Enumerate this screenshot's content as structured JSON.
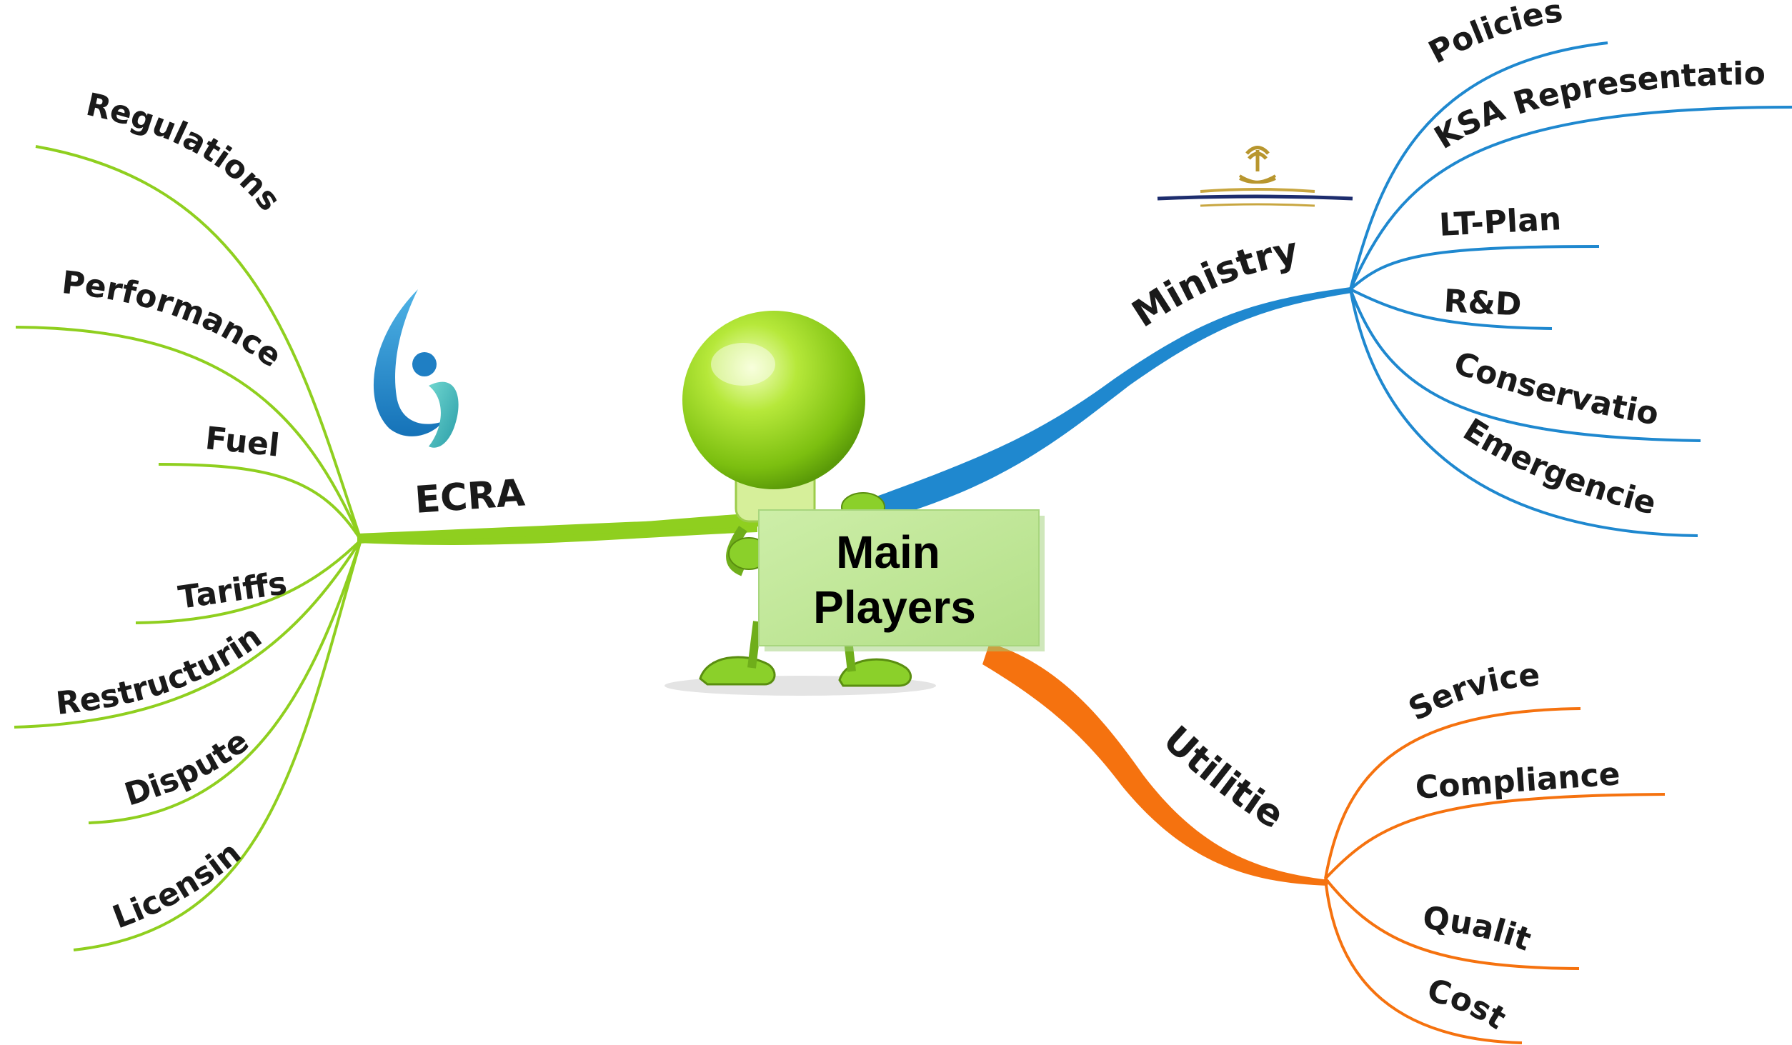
{
  "center": {
    "line1": "Main",
    "line2": "Players"
  },
  "branches": {
    "ecra": {
      "label": "ECRA",
      "color": "#8fcf1f",
      "leaves": [
        "Regulations",
        "Performance",
        "Fuel",
        "Tariffs",
        "Restructuring",
        "Disputes",
        "Licensing"
      ]
    },
    "ministry": {
      "label": "Ministry",
      "color": "#1f88cf",
      "leaves": [
        "Policies",
        "KSA Representation",
        "LT-Plan",
        "R&D",
        "Conservation",
        "Emergencies"
      ]
    },
    "utilities": {
      "label": "Utilities",
      "color": "#f5720f",
      "leaves": [
        "Service",
        "Compliance",
        "Quality",
        "Cost"
      ]
    }
  },
  "icons": {
    "ecra_logo": "ecra-logo-icon",
    "ministry_emblem": "saudi-emblem-icon",
    "mascot": "lightbulb-mascot-icon"
  }
}
